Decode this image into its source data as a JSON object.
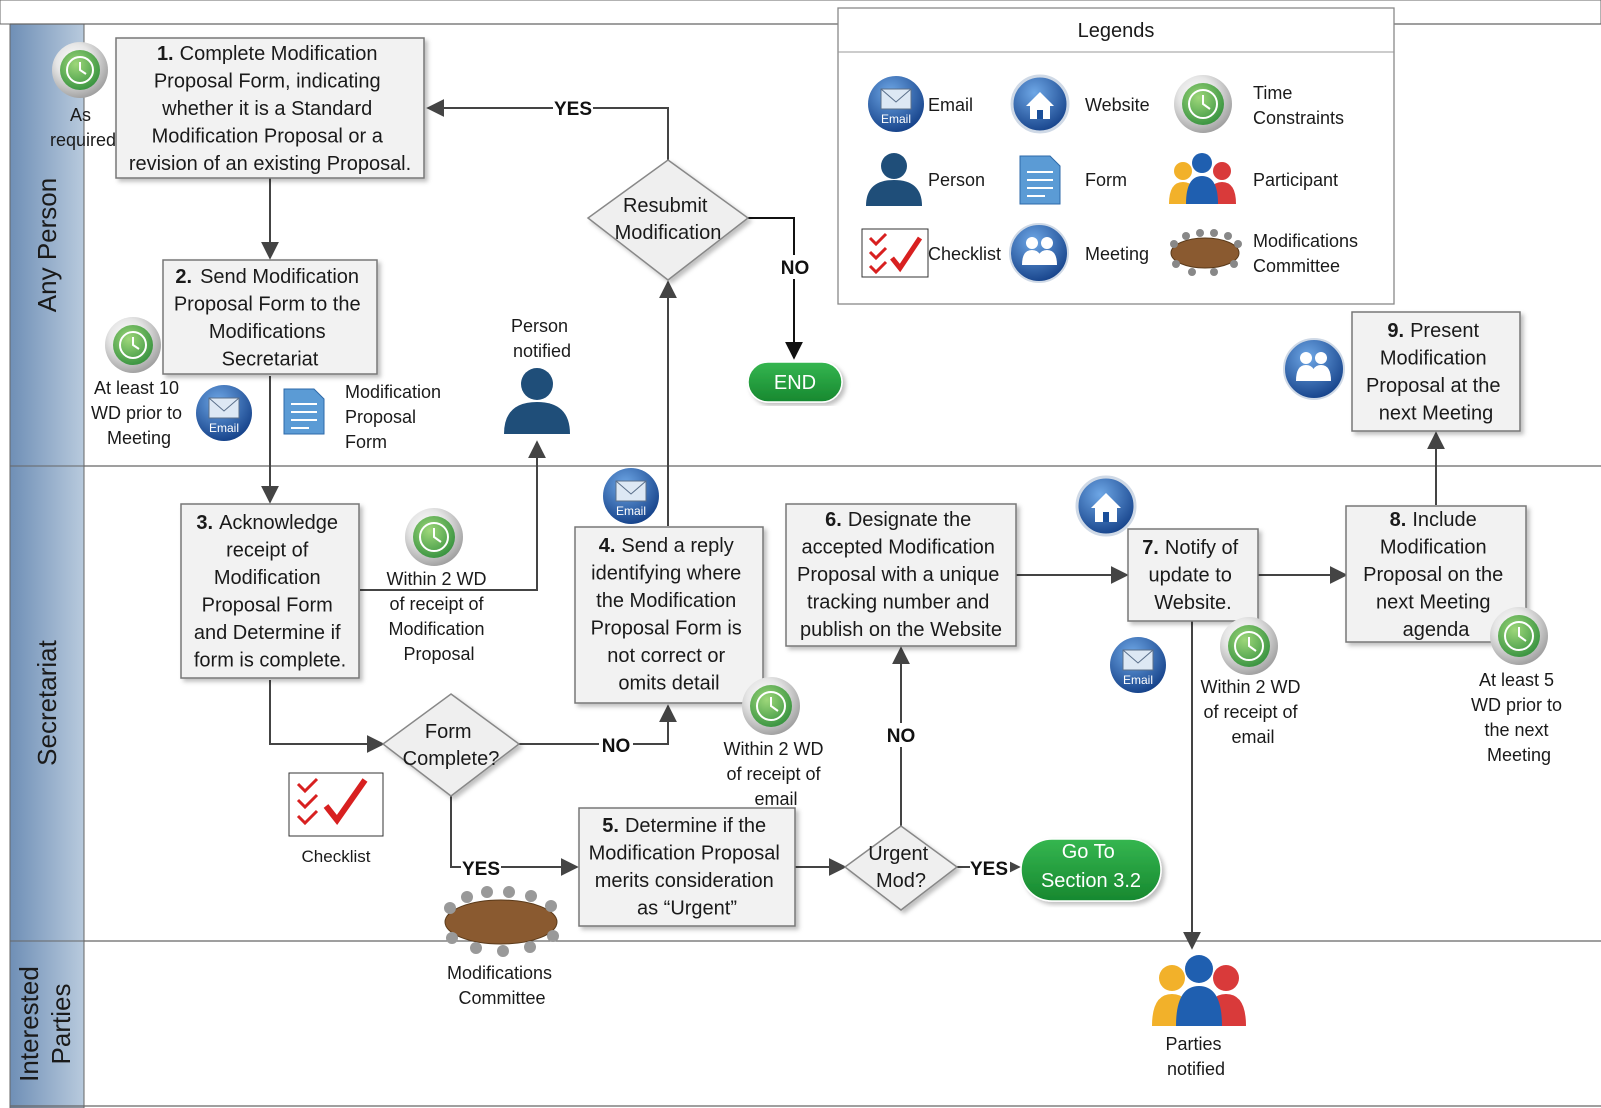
{
  "lanes": [
    {
      "label": "Any Person"
    },
    {
      "label": "Secretariat"
    },
    {
      "label": "Interested Parties",
      "lines": [
        "Interested",
        "Parties"
      ]
    }
  ],
  "legend": {
    "title": "Legends",
    "items": [
      {
        "icon": "email-icon",
        "label": [
          "Email"
        ]
      },
      {
        "icon": "website-icon",
        "label": [
          "Website"
        ]
      },
      {
        "icon": "time-constraints-icon",
        "label": [
          "Time",
          "Constraints"
        ]
      },
      {
        "icon": "person-icon",
        "label": [
          "Person"
        ]
      },
      {
        "icon": "form-icon",
        "label": [
          "Form"
        ]
      },
      {
        "icon": "participant-icon",
        "label": [
          "Participant"
        ]
      },
      {
        "icon": "checklist-icon",
        "label": [
          "Checklist"
        ]
      },
      {
        "icon": "meeting-icon",
        "label": [
          "Meeting"
        ]
      },
      {
        "icon": "modifications-committee-icon",
        "label": [
          "Modifications",
          "Committee"
        ]
      }
    ]
  },
  "steps": [
    {
      "id": "step1",
      "num": "1.",
      "lines": [
        "Complete Modification",
        "Proposal Form, indicating",
        "whether it is a Standard",
        "Modification Proposal or a",
        "revision of an existing Proposal."
      ]
    },
    {
      "id": "step2",
      "num": "2.",
      "lines": [
        "Send Modification",
        "Proposal Form to the",
        "Modifications",
        "Secretariat"
      ]
    },
    {
      "id": "step3",
      "num": "3.",
      "lines": [
        "Acknowledge",
        "receipt of",
        "Modification",
        "Proposal Form",
        "and Determine if",
        "form is complete."
      ]
    },
    {
      "id": "step4",
      "num": "4.",
      "lines": [
        "Send a reply",
        "identifying where",
        "the Modification",
        "Proposal Form is",
        "not correct or",
        "omits detail"
      ]
    },
    {
      "id": "step5",
      "num": "5.",
      "lines": [
        "Determine if the",
        "Modification Proposal",
        "merits consideration",
        "as “Urgent”"
      ]
    },
    {
      "id": "step6",
      "num": "6.",
      "lines": [
        "Designate the",
        "accepted Modification",
        "Proposal with a unique",
        "tracking number and",
        "publish on the Website"
      ]
    },
    {
      "id": "step7",
      "num": "7.",
      "lines": [
        "Notify of",
        "update to",
        "Website."
      ]
    },
    {
      "id": "step8",
      "num": "8.",
      "lines": [
        "Include",
        "Modification",
        "Proposal on the",
        "next Meeting",
        "agenda"
      ]
    },
    {
      "id": "step9",
      "num": "9.",
      "lines": [
        "Present",
        "Modification",
        "Proposal at the",
        "next Meeting"
      ]
    }
  ],
  "decisions": [
    {
      "id": "resubmit",
      "lines": [
        "Resubmit",
        "Modification"
      ]
    },
    {
      "id": "form-complete",
      "lines": [
        "Form",
        "Complete?"
      ]
    },
    {
      "id": "urgent",
      "lines": [
        "Urgent",
        "Mod?"
      ]
    }
  ],
  "terminals": [
    {
      "id": "end",
      "lines": [
        "END"
      ]
    },
    {
      "id": "goto",
      "lines": [
        "Go To",
        "Section 3.2"
      ]
    }
  ],
  "edge_labels": {
    "yes_resubmit": "YES",
    "no_resubmit": "NO",
    "no_form": "NO",
    "yes_form": "YES",
    "no_urgent": "NO",
    "yes_urgent": "YES"
  },
  "annotations": {
    "as_required": [
      "As",
      "required"
    ],
    "at_least_10": [
      "At least 10",
      "WD prior to",
      "Meeting"
    ],
    "mod_form": [
      "Modification",
      "Proposal",
      "Form"
    ],
    "person_notified": [
      "Person",
      "notified"
    ],
    "within_2_step3": [
      "Within 2 WD",
      "of receipt of",
      "Modification",
      "Proposal"
    ],
    "within_2_step4": [
      "Within 2 WD",
      "of receipt of",
      "email"
    ],
    "checklist": [
      "Checklist"
    ],
    "mod_committee": [
      "Modifications",
      "Committee"
    ],
    "within_2_step7": [
      "Within 2 WD",
      "of receipt of",
      "email"
    ],
    "at_least_5": [
      "At least 5",
      "WD prior to",
      "the next",
      "Meeting"
    ],
    "parties_notified": [
      "Parties",
      "notified"
    ]
  },
  "icon_texts": {
    "email": "Email"
  },
  "colors": {
    "lane_header": "#6f8fb6",
    "terminal_green": "#1a9c3c",
    "clock_green": "#3aa348",
    "icon_blue": "#1f5fb0",
    "person_navy": "#1f4e79"
  }
}
